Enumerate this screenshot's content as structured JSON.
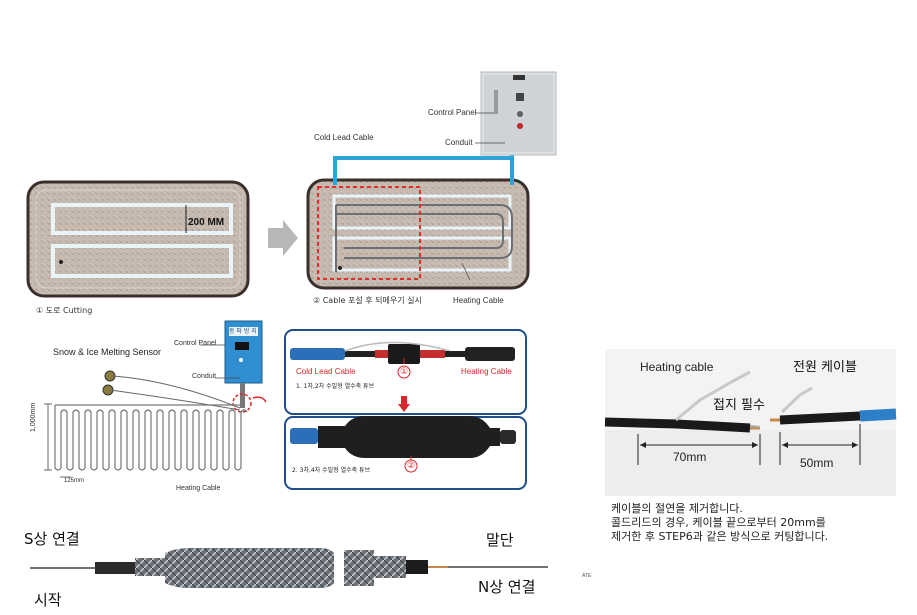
{
  "left_top": {
    "dimension": "200 MM",
    "step1_caption": "① 도로 Cutting",
    "step2_caption": "② Cable 포설 후 되메우기 실시",
    "heating_cable": "Heating Cable",
    "cold_lead_cable": "Cold Lead Cable",
    "control_panel": "Control Panel",
    "conduit": "Conduit"
  },
  "left_mid": {
    "sensor": "Snow & Ice Melting Sensor",
    "control_panel": "Control Panel",
    "panel_title": "동 파 방 지",
    "conduit": "Conduit",
    "height_dim": "1,000mm",
    "spacing_dim": "125mm",
    "heating_cable": "Heating Cable"
  },
  "splice": {
    "cold_lead": "Cold Lead Cable",
    "heating": "Heating Cable",
    "marker1": "①",
    "step1": "1. 1차,2차 수밀형 열수축 튜브",
    "marker2": "②",
    "step2": "2. 3차,4차 수밀형 열수축 튜브"
  },
  "right_photo": {
    "heating_cable": "Heating cable",
    "power_cable": "전원 케이블",
    "ground_required": "접지 필수",
    "dim_70": "70mm",
    "dim_50": "50mm",
    "instruction_1": "케이블의 절연을 제거합니다.",
    "instruction_2": "콜드리드의 경우, 케이블 끝으로부터 20mm를",
    "instruction_3": "제거한 후 STEP6과 같은 방식으로 커팅합니다."
  },
  "bottom": {
    "s_phase": "S상 연결",
    "start": "시작",
    "end": "말단",
    "n_phase": "N상 연결",
    "small_mark": "ATE"
  }
}
